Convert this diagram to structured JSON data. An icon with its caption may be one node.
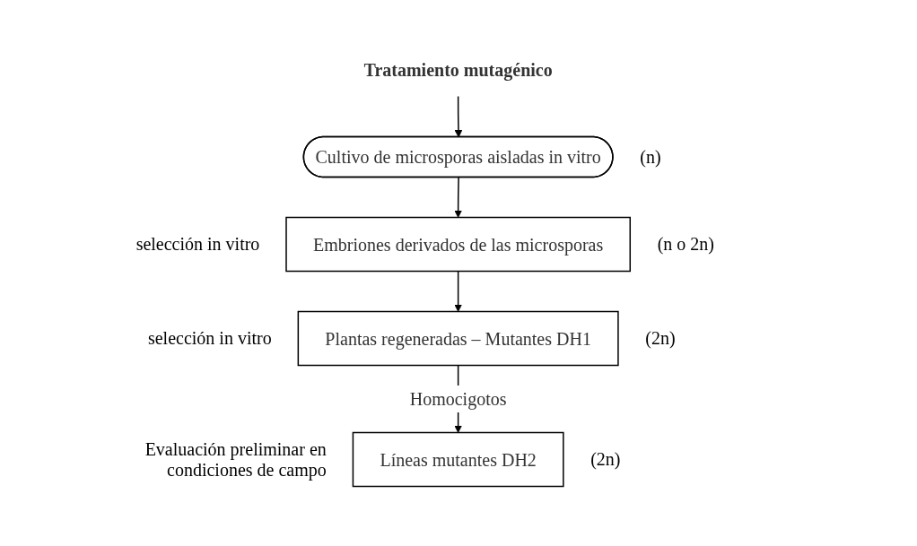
{
  "diagram": {
    "nodes": [
      {
        "text": [
          "Tratamiento mutagénico"
        ]
      },
      {
        "text": [
          "Cultivo de microsporas aisladas in vitro"
        ],
        "beside": [
          "(n)"
        ]
      },
      {
        "text": [
          "Embriones derivados de las microsporas"
        ],
        "beside": [
          "selección in vitro",
          "(n o 2n)"
        ]
      },
      {
        "text": [
          "Plantas regeneradas – Mutantes DH1"
        ],
        "beside": [
          "selección in vitro",
          "(2n)"
        ]
      },
      {
        "text": [
          "Líneas mutantes DH2"
        ],
        "beside": [
          "Evaluación preliminar en condiciones de campo",
          "(2n)"
        ]
      }
    ],
    "edges": [
      {
        "from": 0,
        "to": 1,
        "arrow": "to"
      },
      {
        "from": 1,
        "to": 2,
        "arrow": "to"
      },
      {
        "from": 2,
        "to": 3,
        "arrow": "to"
      },
      {
        "from": 3,
        "to": 4,
        "arrow": "to",
        "label": "Homocigotos"
      }
    ]
  }
}
